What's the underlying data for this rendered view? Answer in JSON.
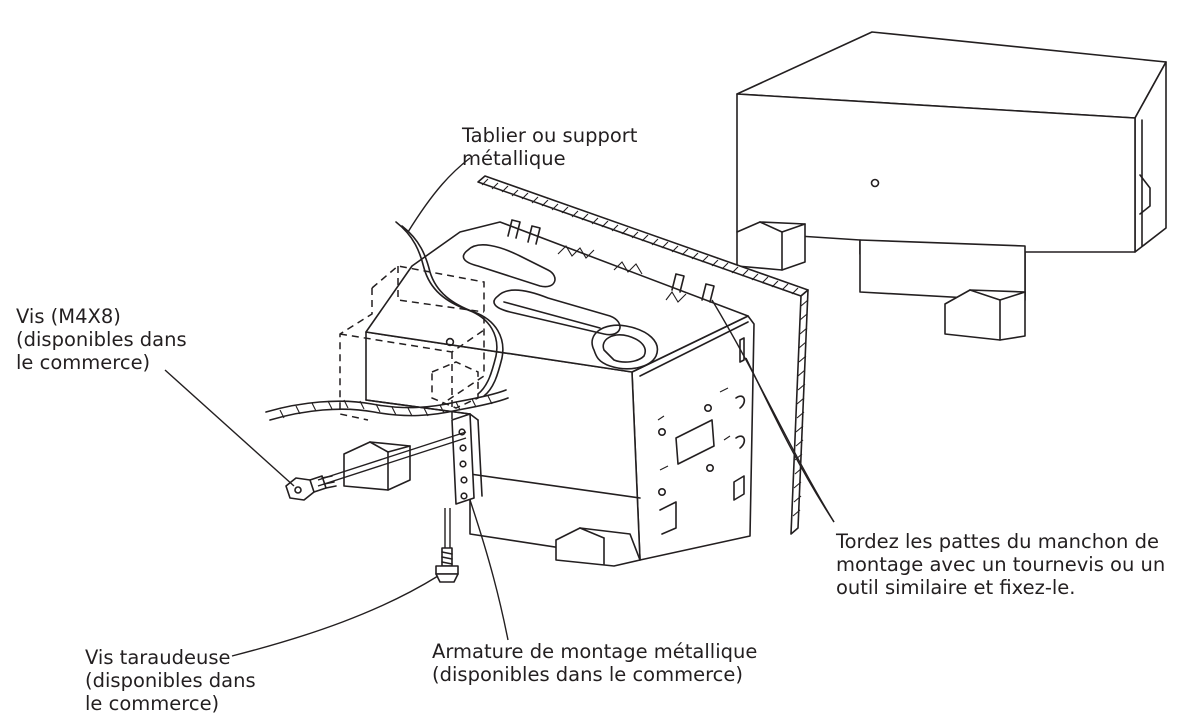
{
  "labels": {
    "dashboard": [
      "Tablier ou support",
      "métallique"
    ],
    "screw": [
      "Vis (M4X8)",
      "(disponibles dans",
      "le commerce)"
    ],
    "tapping_screw": [
      "Vis taraudeuse",
      "(disponibles dans",
      "le commerce)"
    ],
    "bracket": [
      "Armature de montage métallique",
      "(disponibles dans le commerce)"
    ],
    "tabs": [
      "Tordez les pattes du manchon de",
      "montage avec un tournevis ou un",
      "outil similaire et fixez-le."
    ]
  },
  "colors": {
    "ink": "#231f20",
    "background": "#ffffff"
  }
}
